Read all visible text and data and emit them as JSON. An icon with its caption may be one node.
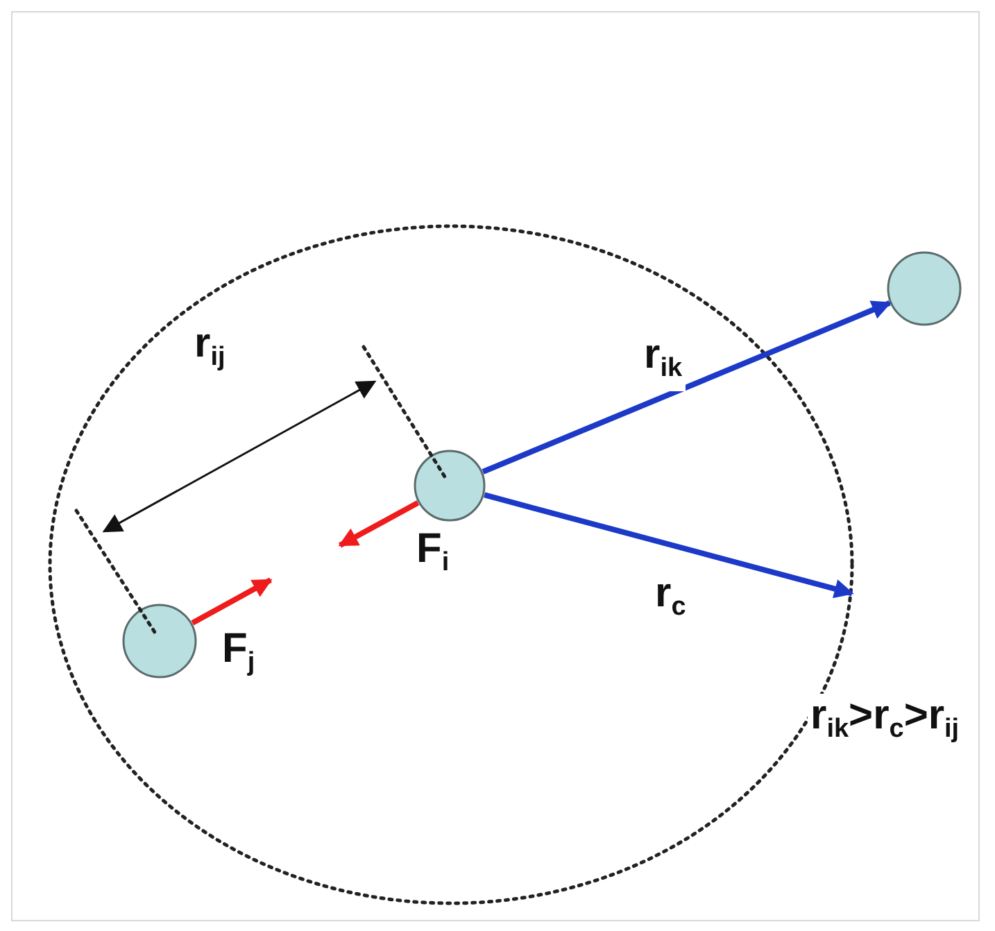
{
  "diagram": {
    "nodes": [
      {
        "text": [],
        "shape": "circle"
      },
      {
        "text": [],
        "shape": "circle"
      },
      {
        "text": [],
        "shape": "circle",
        "in": 0
      },
      {
        "text": [],
        "shape": "circle",
        "in": 0
      }
    ],
    "edges": [
      {
        "from": 2,
        "to": 1,
        "arrow": "to",
        "label": "r$_{ik}$",
        "color": "#1c39c8"
      },
      {
        "from": 2,
        "to": 0,
        "arrow": "to",
        "label": "r$_{c}$",
        "color": "#1c39c8"
      },
      {
        "from": 2,
        "to": null,
        "arrow": "to",
        "label": "F$_{i}$",
        "color": "#ee1c1c"
      },
      {
        "from": 3,
        "to": null,
        "arrow": "to",
        "label": "F$_{j}$",
        "color": "#ee1c1c"
      }
    ],
    "labels": [
      "r$_{ij}$",
      "r$_{ik}$>r$_{c}$>r$_{ij}$"
    ]
  }
}
